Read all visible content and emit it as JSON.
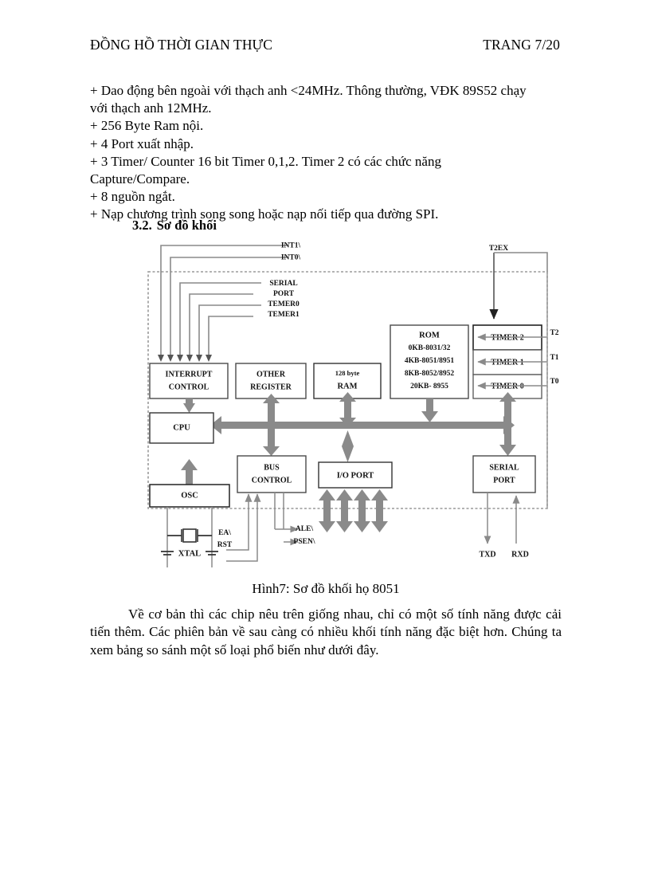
{
  "header": {
    "title": "ĐỒNG HỒ THỜI GIAN THỰC",
    "page_label": "TRANG 7/20"
  },
  "body": {
    "line1": "+ Dao động bên ngoài với thạch anh <24MHz. Thông thường, VĐK 89S52 chạy",
    "line2": "với thạch anh 12MHz.",
    "line3": "+ 256 Byte Ram nội.",
    "line4": "+ 4 Port xuất nhập.",
    "line5": "+ 3 Timer/ Counter 16 bit Timer 0,1,2. Timer 2 có các chức năng",
    "line6": "Capture/Compare.",
    "line7": "+ 8 nguồn ngắt.",
    "line8": "+ Nạp chương trình song song hoặc nạp nối tiếp qua đường SPI."
  },
  "section": {
    "number": "3.2.",
    "title": "Sơ đồ khối"
  },
  "caption": "Hình7: Sơ đồ khối họ 8051",
  "closing": {
    "p1": "Về cơ bản thì các chip nêu trên giống nhau, chỉ có một số tính năng được cải tiến thêm. Các phiên bản về sau càng có nhiều khối tính năng đặc biệt hơn. Chúng ta xem bảng so sánh một số loại phổ biến như dưới đây."
  },
  "diagram": {
    "signals_top_left": {
      "int1": "INT1\\",
      "int0": "INT0\\"
    },
    "signals_inner_left": {
      "serial": "SERIAL",
      "port": "PORT",
      "temer0": "TEMER0",
      "temer1": "TEMER1"
    },
    "signals_top_right": {
      "t2ex": "T2EX"
    },
    "signals_right": {
      "t2": "T2",
      "t1": "T1",
      "t0": "T0"
    },
    "blocks": {
      "interrupt_control_1": "INTERRUPT",
      "interrupt_control_2": "CONTROL",
      "other_register_1": "OTHER",
      "other_register_2": "REGISTER",
      "ram_1": "128 byte",
      "ram_2": "RAM",
      "rom_title": "ROM",
      "rom_l1": "0KB-8031/32",
      "rom_l2": "4KB-8051/8951",
      "rom_l3": "8KB-8052/8952",
      "rom_l4": "20KB- 8955",
      "timer2": "TIMER 2",
      "timer1": "TIMER 1",
      "timer0": "TIMER 0",
      "cpu": "CPU",
      "osc": "OSC",
      "bus_control_1": "BUS",
      "bus_control_2": "CONTROL",
      "io_port": "I/O PORT",
      "serial_port_1": "SERIAL",
      "serial_port_2": "PORT"
    },
    "bottom_labels": {
      "xtal": "XTAL",
      "ea": "EA\\",
      "rst": "RST",
      "ale": "ALE\\",
      "psen": "PSEN\\",
      "txd": "TXD",
      "rxd": "RXD"
    },
    "colors": {
      "line": "#8a8a8a",
      "arrow": "#8a8a8a",
      "box_border": "#4a4a4a",
      "text": "#111111"
    }
  }
}
